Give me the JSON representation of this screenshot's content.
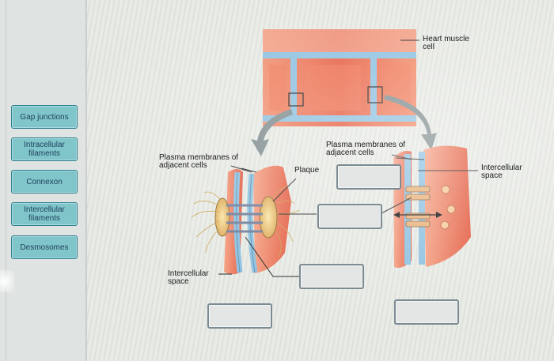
{
  "options": [
    "Gap junctions",
    "Intracellular filaments",
    "Connexon",
    "Intercellular filaments",
    "Desmosomes"
  ],
  "labels": {
    "heart_muscle_cell": "Heart muscle cell",
    "plasma_left": "Plasma membranes of adjacent cells",
    "plasma_right": "Plasma membranes of adjacent cells",
    "plaque": "Plaque",
    "intercellular_space_left": "Intercellular space",
    "intercellular_space_right": "Intercellular space"
  },
  "colors": {
    "option_fill": "#7fc5c9",
    "option_border": "#2f7f8c",
    "muscle": "#e65a3e",
    "membrane": "#8cc0e0",
    "dropzone": "#e4e6e6"
  }
}
